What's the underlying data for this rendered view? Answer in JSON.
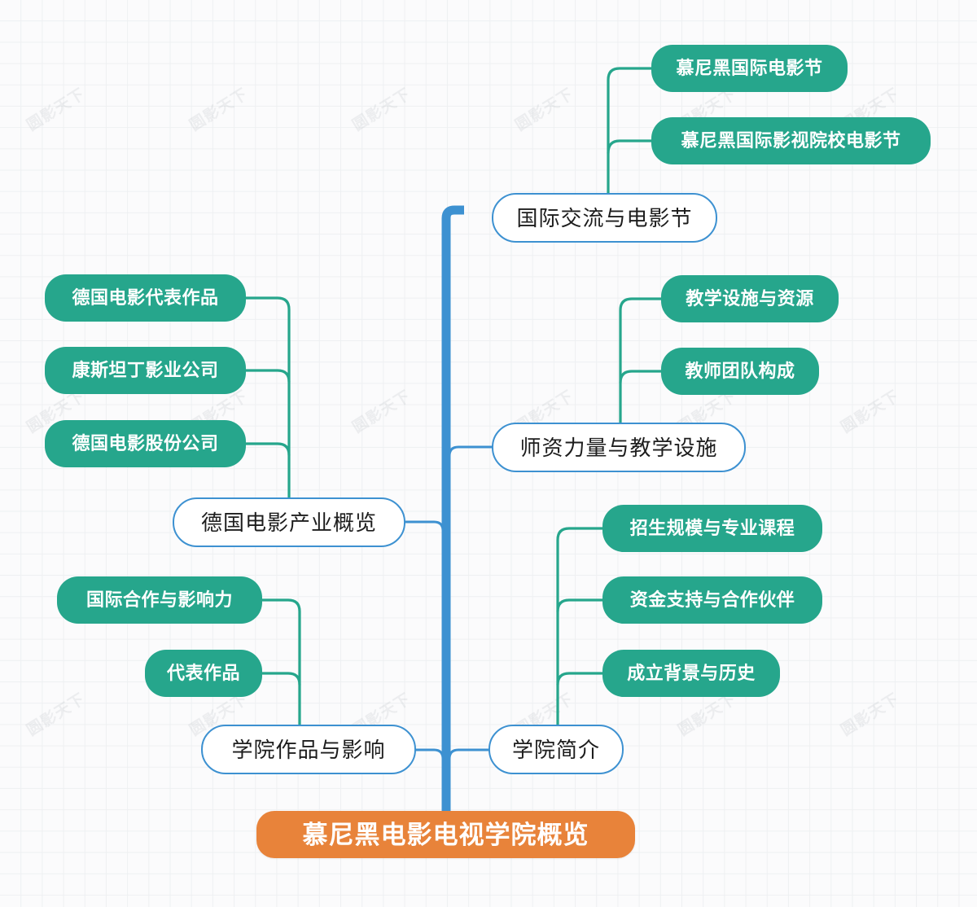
{
  "document": {
    "type": "mind-map",
    "title": "慕尼黑电影电视学院概览",
    "watermark_text": "圆影天下",
    "colors": {
      "root_fill": "#e8833a",
      "root_text": "#ffffff",
      "branch_fill": "#26a68c",
      "branch_text": "#ffffff",
      "level1_border": "#3d91d1",
      "level1_fill": "#ffffff",
      "level1_text": "#1d1d1d",
      "trunk": "#3d91d1",
      "leaf_connector": "#26a68c",
      "background": "#fbfbfc",
      "grid_line": "#eef0f2"
    }
  },
  "root": {
    "label": "慕尼黑电影电视学院概览"
  },
  "branches": [
    {
      "label": "国际交流与电影节",
      "side": "right",
      "children": [
        {
          "label": "慕尼黑国际电影节"
        },
        {
          "label": "慕尼黑国际影视院校电影节"
        }
      ]
    },
    {
      "label": "师资力量与教学设施",
      "side": "right",
      "children": [
        {
          "label": "教学设施与资源"
        },
        {
          "label": "教师团队构成"
        }
      ]
    },
    {
      "label": "德国电影产业概览",
      "side": "left",
      "children": [
        {
          "label": "德国电影代表作品"
        },
        {
          "label": "康斯坦丁影业公司"
        },
        {
          "label": "德国电影股份公司"
        }
      ]
    },
    {
      "label": "学院简介",
      "side": "right",
      "children": [
        {
          "label": "招生规模与专业课程"
        },
        {
          "label": "资金支持与合作伙伴"
        },
        {
          "label": "成立背景与历史"
        }
      ]
    },
    {
      "label": "学院作品与影响",
      "side": "left",
      "children": [
        {
          "label": "国际合作与影响力"
        },
        {
          "label": "代表作品"
        }
      ]
    }
  ],
  "nodes": {
    "root": {
      "label": "慕尼黑电影电视学院概览"
    },
    "intl": {
      "label": "国际交流与电影节"
    },
    "intl_c1": {
      "label": "慕尼黑国际电影节"
    },
    "intl_c2": {
      "label": "慕尼黑国际影视院校电影节"
    },
    "faculty": {
      "label": "师资力量与教学设施"
    },
    "faculty_c1": {
      "label": "教学设施与资源"
    },
    "faculty_c2": {
      "label": "教师团队构成"
    },
    "industry": {
      "label": "德国电影产业概览"
    },
    "industry_c1": {
      "label": "德国电影代表作品"
    },
    "industry_c2": {
      "label": "康斯坦丁影业公司"
    },
    "industry_c3": {
      "label": "德国电影股份公司"
    },
    "intro": {
      "label": "学院简介"
    },
    "intro_c1": {
      "label": "招生规模与专业课程"
    },
    "intro_c2": {
      "label": "资金支持与合作伙伴"
    },
    "intro_c3": {
      "label": "成立背景与历史"
    },
    "works": {
      "label": "学院作品与影响"
    },
    "works_c1": {
      "label": "国际合作与影响力"
    },
    "works_c2": {
      "label": "代表作品"
    }
  },
  "watermarks": [
    {
      "text": "圆影天下"
    },
    {
      "text": "圆影天下"
    },
    {
      "text": "圆影天下"
    },
    {
      "text": "圆影天下"
    },
    {
      "text": "圆影天下"
    },
    {
      "text": "圆影天下"
    },
    {
      "text": "圆影天下"
    },
    {
      "text": "圆影天下"
    },
    {
      "text": "圆影天下"
    },
    {
      "text": "圆影天下"
    },
    {
      "text": "圆影天下"
    },
    {
      "text": "圆影天下"
    },
    {
      "text": "圆影天下"
    },
    {
      "text": "圆影天下"
    },
    {
      "text": "圆影天下"
    },
    {
      "text": "圆影天下"
    },
    {
      "text": "圆影天下"
    },
    {
      "text": "圆影天下"
    }
  ]
}
